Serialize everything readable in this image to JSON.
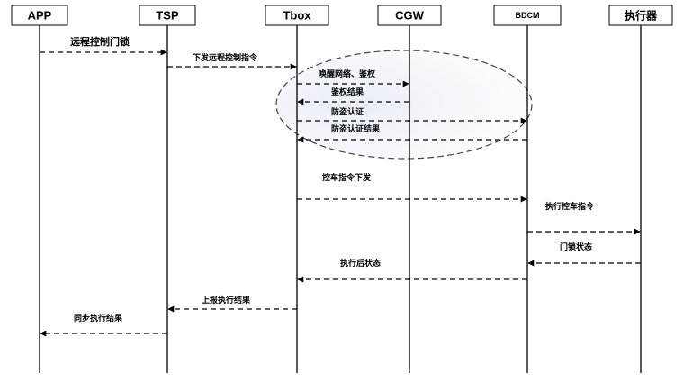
{
  "participants": [
    {
      "id": "app",
      "label": "APP"
    },
    {
      "id": "tsp",
      "label": "TSP"
    },
    {
      "id": "tbox",
      "label": "Tbox"
    },
    {
      "id": "cgw",
      "label": "CGW"
    },
    {
      "id": "bdcm",
      "label": "BDCM"
    },
    {
      "id": "actuator",
      "label": "执行器"
    }
  ],
  "messages": [
    {
      "from": "app",
      "to": "tsp",
      "label": "远程控制门锁"
    },
    {
      "from": "tsp",
      "to": "tbox",
      "label": "下发远程控制指令"
    },
    {
      "from": "tbox",
      "to": "cgw",
      "label": "唤醒网络、鉴权"
    },
    {
      "from": "cgw",
      "to": "tbox",
      "label": "鉴权结果"
    },
    {
      "from": "tbox",
      "to": "bdcm",
      "label": "防盗认证"
    },
    {
      "from": "bdcm",
      "to": "tbox",
      "label": "防盗认证结果"
    },
    {
      "from": "tbox",
      "to": "bdcm",
      "label": "控车指令下发"
    },
    {
      "from": "bdcm",
      "to": "actuator",
      "label": "执行控车指令"
    },
    {
      "from": "actuator",
      "to": "bdcm",
      "label": "门锁状态"
    },
    {
      "from": "bdcm",
      "to": "tbox",
      "label": "执行后状态"
    },
    {
      "from": "tbox",
      "to": "tsp",
      "label": "上报执行结果"
    },
    {
      "from": "tsp",
      "to": "app",
      "label": "同步执行结果"
    }
  ],
  "colors": {
    "line": "#000000",
    "box_fill": "#ffffff",
    "ellipse_fill": "#dde4ef",
    "ellipse_stroke": "#444444"
  }
}
